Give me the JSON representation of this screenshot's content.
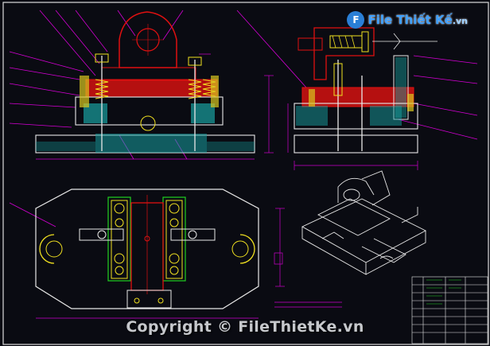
{
  "watermark": {
    "logo_brand": "File Thiết Kế",
    "logo_tld": ".vn",
    "copyright": "Copyright © FileThietKe.vn"
  },
  "colors": {
    "background": "#0a0b12",
    "outline": "#e8e8e8",
    "leader": "#d400d4",
    "part_red": "#e01010",
    "spring_yellow": "#f0e020",
    "hatch_cyan": "#18c0c0",
    "green": "#20d020",
    "dim": "#cc00cc"
  },
  "icons": {
    "logo": "file-thiet-ke-logo-icon"
  }
}
